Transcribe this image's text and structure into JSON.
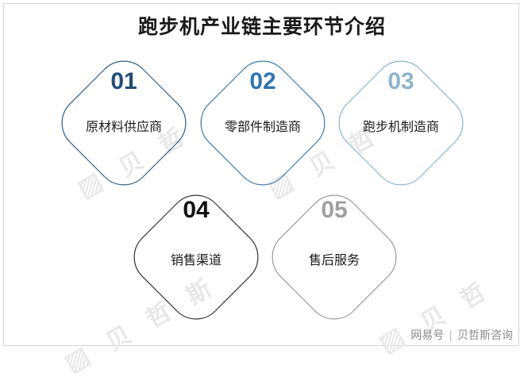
{
  "title": "跑步机产业链主要环节介绍",
  "nodes": [
    {
      "number": "01",
      "label": "原材料供应商",
      "color": "#1f4e79",
      "stroke": "#2e5f8a"
    },
    {
      "number": "02",
      "label": "零部件制造商",
      "color": "#2e75b6",
      "stroke": "#3f79a8"
    },
    {
      "number": "03",
      "label": "跑步机制造商",
      "color": "#8fb4cc",
      "stroke": "#8ab6c9"
    },
    {
      "number": "04",
      "label": "销售渠道",
      "color": "#111111",
      "stroke": "#333333"
    },
    {
      "number": "05",
      "label": "售后服务",
      "color": "#a0a0a0",
      "stroke": "#9a9a9a"
    }
  ],
  "footer": {
    "source": "网易号",
    "brand": "贝哲斯咨询"
  }
}
